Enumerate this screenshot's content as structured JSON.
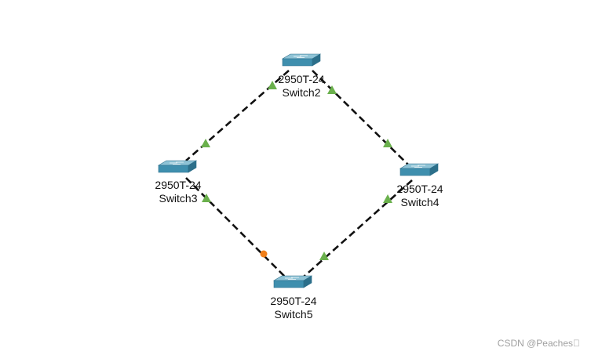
{
  "colors": {
    "link": "#111111",
    "port_up": "#6ab04c",
    "port_blocking": "#f07f1a",
    "switch_top": "#8fc3d6",
    "switch_front": "#3f8fae",
    "switch_side": "#2c6f8a",
    "label": "#111111",
    "watermark": "#a0a0a0"
  },
  "devices": {
    "switch2": {
      "model": "2950T-24",
      "name": "Switch2",
      "icon": "switch-icon"
    },
    "switch3": {
      "model": "2950T-24",
      "name": "Switch3",
      "icon": "switch-icon"
    },
    "switch4": {
      "model": "2950T-24",
      "name": "Switch4",
      "icon": "switch-icon"
    },
    "switch5": {
      "model": "2950T-24",
      "name": "Switch5",
      "icon": "switch-icon"
    }
  },
  "links": [
    {
      "from": "switch2",
      "to": "switch3",
      "from_port": "up",
      "to_port": "up"
    },
    {
      "from": "switch2",
      "to": "switch4",
      "from_port": "up",
      "to_port": "up"
    },
    {
      "from": "switch3",
      "to": "switch5",
      "from_port": "up",
      "to_port": "blocking"
    },
    {
      "from": "switch4",
      "to": "switch5",
      "from_port": "up",
      "to_port": "up"
    }
  ],
  "watermark": "CSDN @Peaches\u0000"
}
